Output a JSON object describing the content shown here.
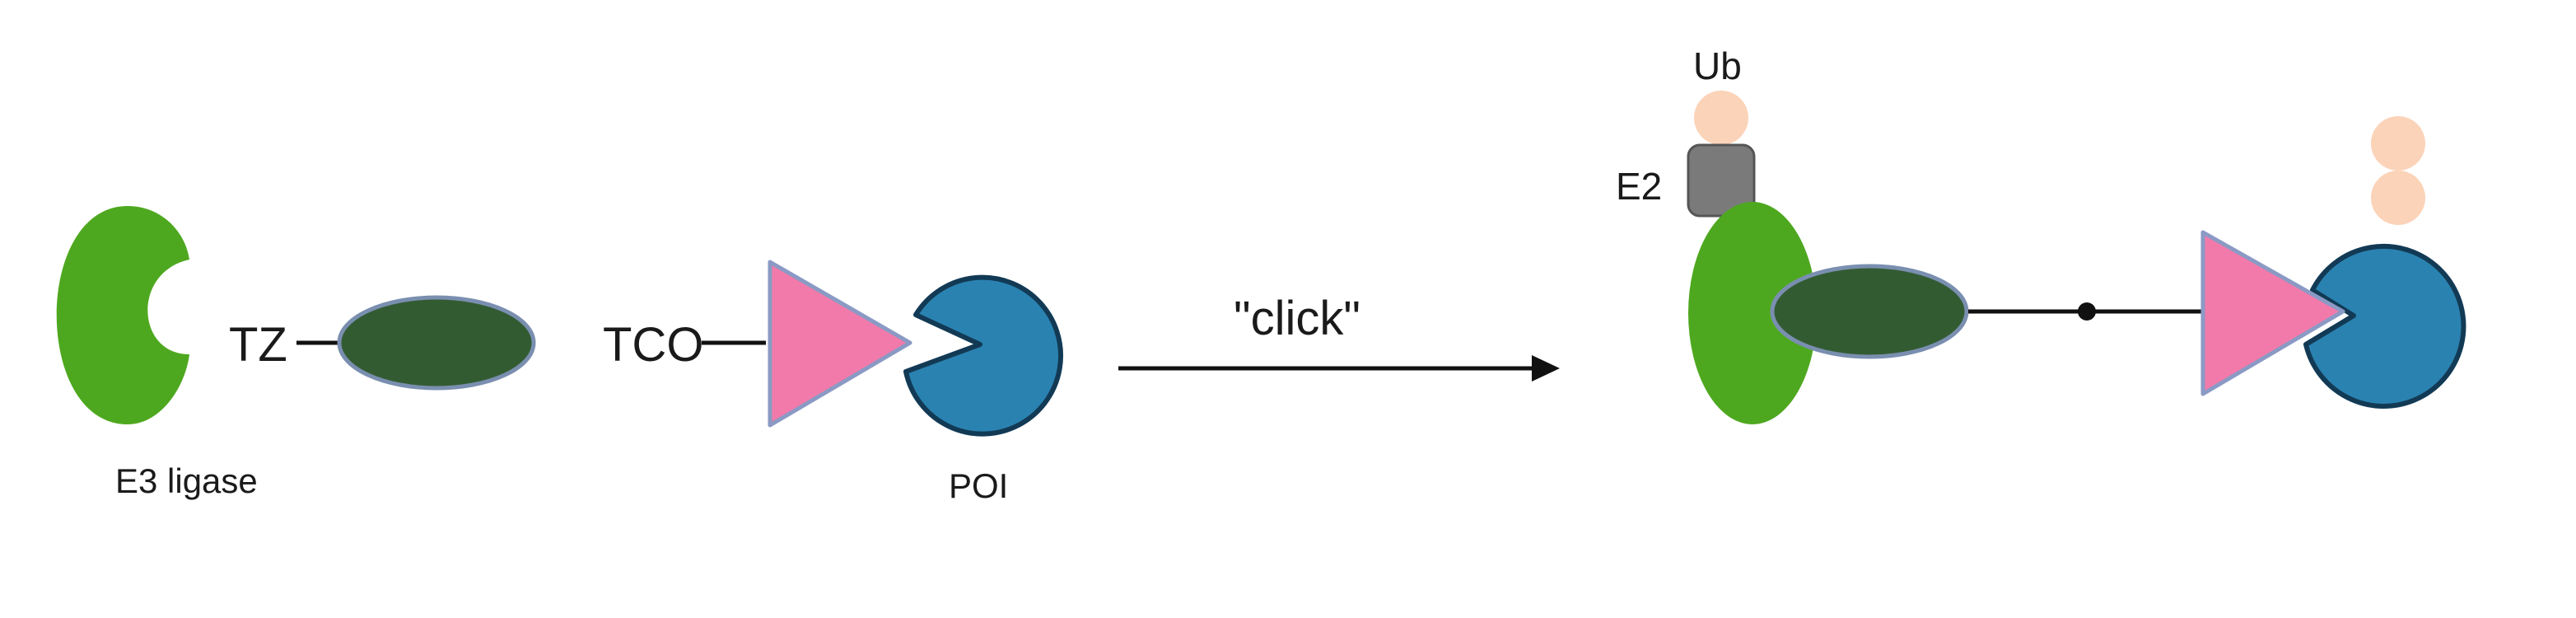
{
  "labels": {
    "e3_ligase": "E3 ligase",
    "tz": "TZ",
    "tco": "TCO",
    "poi": "POI",
    "click": "\"click\"",
    "ub": "Ub",
    "e2": "E2"
  },
  "colors": {
    "e3_ligase": "#4ea81f",
    "ligand_dark": "#335b32",
    "ligand_outline": "#7a8fb0",
    "warhead_pink": "#f27aaa",
    "warhead_outline": "#8a9ac4",
    "poi_blue": "#2a82b0",
    "poi_outline": "#123a55",
    "e2_gray": "#7a7a7a",
    "ub_peach": "#fbd3b8",
    "line": "#111111"
  },
  "icons": {
    "e3_ligase": "crescent-shape",
    "ligand": "ellipse-shape",
    "warhead": "triangle-shape",
    "poi": "pacman-shape",
    "e2": "rounded-square-shape",
    "ub": "circle-shape",
    "reaction_arrow": "arrow-right"
  }
}
